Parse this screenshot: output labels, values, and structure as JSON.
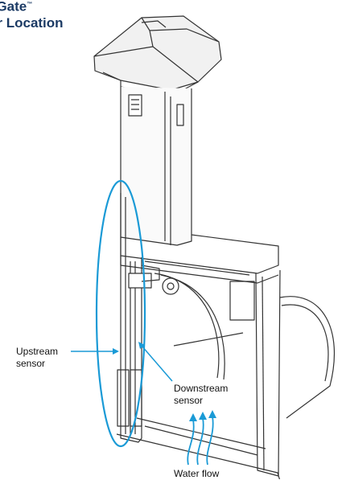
{
  "title": {
    "line1": "eGate",
    "tm": "™",
    "line2": "or Location"
  },
  "labels": {
    "upstream_l1": "Upstream",
    "upstream_l2": "sensor",
    "downstream_l1": "Downstream",
    "downstream_l2": "sensor",
    "water_flow": "Water flow"
  },
  "colors": {
    "title": "#1b3a64",
    "highlight": "#1a9ad6",
    "line": "#333333"
  }
}
